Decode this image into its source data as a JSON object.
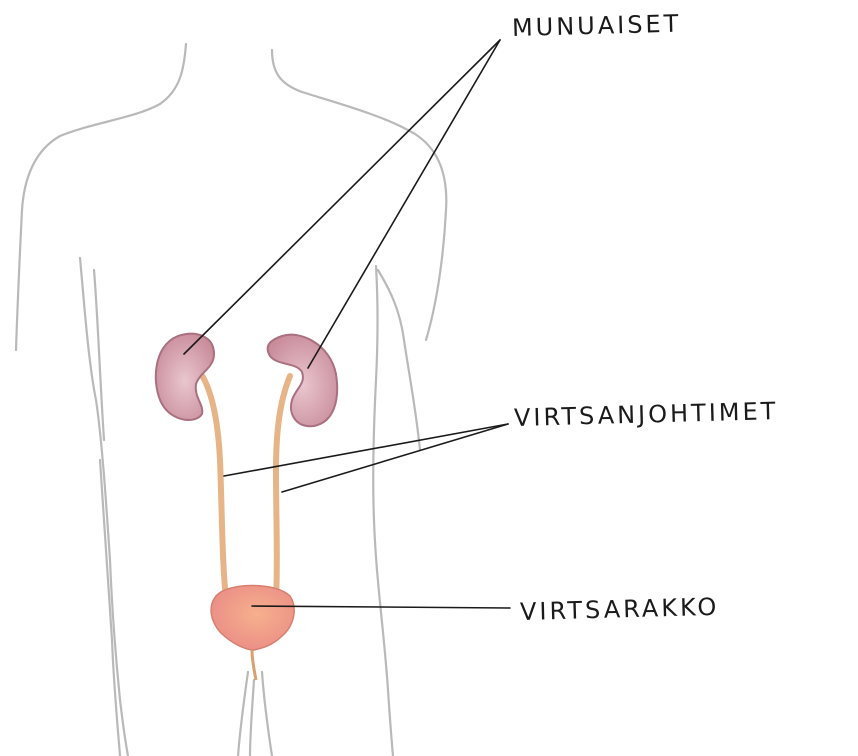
{
  "labels": {
    "kidneys": "MUNUAISET",
    "ureters": "VIRTSANJOHTIMET",
    "bladder": "VIRTSARAKKO"
  },
  "colors": {
    "body_outline": "#b9b9b9",
    "kidney_fill": "#d6a0ad",
    "kidney_stroke": "#a9707f",
    "ureter": "#e9b98a",
    "bladder_fill": "#ee9586",
    "leader_line": "#1a1a1a"
  }
}
